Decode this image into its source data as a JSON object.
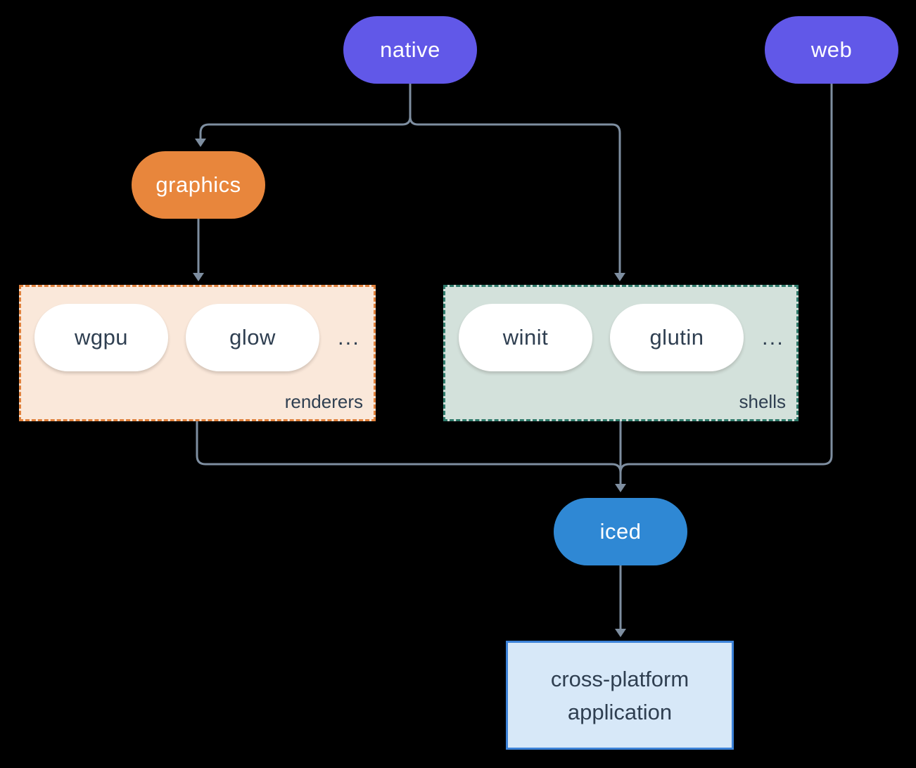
{
  "nodes": {
    "native": {
      "label": "native"
    },
    "web": {
      "label": "web"
    },
    "graphics": {
      "label": "graphics"
    },
    "iced": {
      "label": "iced"
    },
    "application": {
      "line1": "cross-platform",
      "line2": "application"
    }
  },
  "groups": {
    "renderers": {
      "label": "renderers",
      "items": [
        "wgpu",
        "glow"
      ],
      "ellipsis": "..."
    },
    "shells": {
      "label": "shells",
      "items": [
        "winit",
        "glutin"
      ],
      "ellipsis": "..."
    }
  },
  "edges": [
    {
      "from": "native",
      "to": "graphics"
    },
    {
      "from": "native",
      "to": "shells"
    },
    {
      "from": "graphics",
      "to": "renderers"
    },
    {
      "from": "renderers",
      "to": "iced"
    },
    {
      "from": "shells",
      "to": "iced"
    },
    {
      "from": "web",
      "to": "iced"
    },
    {
      "from": "iced",
      "to": "application"
    }
  ],
  "colors": {
    "background": "#000000",
    "line": "#7e8ea0",
    "text_dark": "#2f3f51",
    "text_light": "#ffffff",
    "native_fill": "#6158e8",
    "graphics_fill": "#e8863c",
    "iced_fill": "#2f88d4",
    "renderers_fill": "#fae8da",
    "renderers_border": "#e0813c",
    "shells_fill": "#d3e1db",
    "shells_border": "#2f7a6b",
    "app_fill": "#d7e8f8",
    "app_border": "#3c82d8",
    "pill_fill": "#ffffff"
  }
}
